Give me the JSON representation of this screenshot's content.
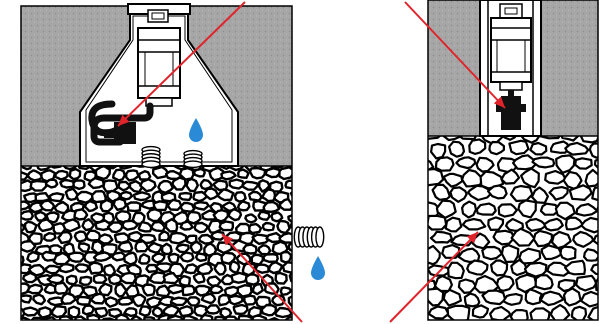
{
  "figure": {
    "panels": [
      {
        "id": "left",
        "subject": "dry-well-with-separator-chamber"
      },
      {
        "id": "right",
        "subject": "shaft-with-filter-in-gravel"
      }
    ],
    "icons": [
      "water-drop-icon",
      "coil-pipe-icon",
      "arrow-icon"
    ],
    "colors": {
      "ground": "#a6a6a6",
      "ground_dots": "#8a8a8a",
      "stone_fill": "#ffffff",
      "stone_outline": "#000000",
      "arrow": "#e0242c",
      "water_drop": "#2b8ad6",
      "hose": "#111111",
      "chamber": "#ffffff"
    }
  }
}
